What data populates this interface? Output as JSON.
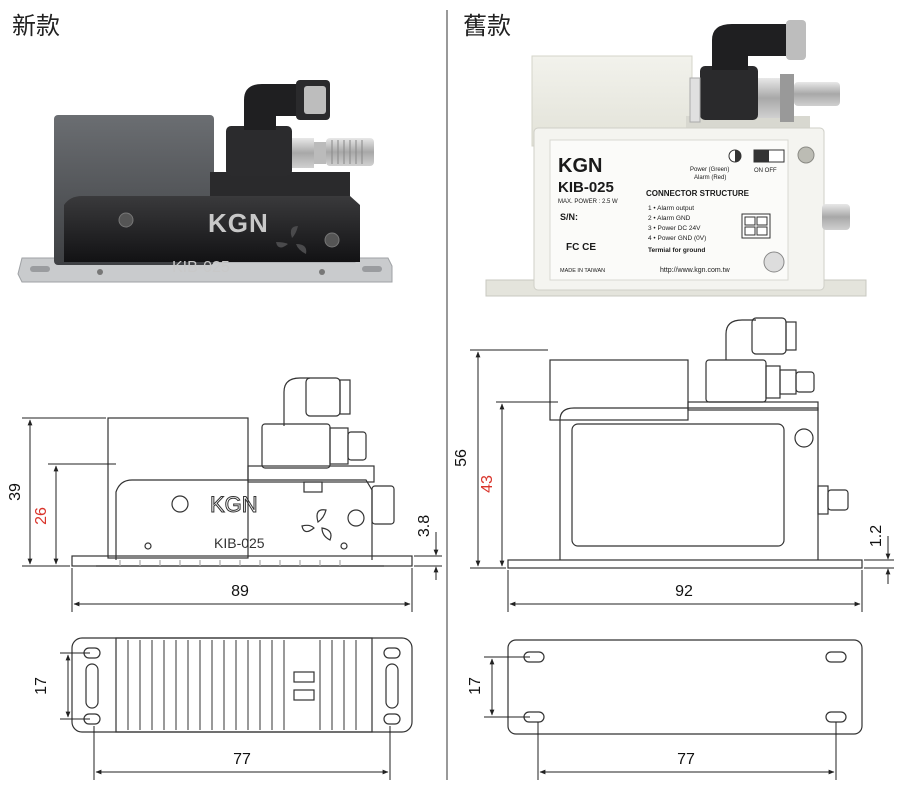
{
  "headers": {
    "new": "新款",
    "old": "舊款"
  },
  "product": {
    "brand": "KGN",
    "model": "KIB-025"
  },
  "old_label": {
    "max_power": "MAX. POWER : 2.5 W",
    "sn": "S/N:",
    "power_led": "Power (Green)",
    "alarm_led": "Alarm (Red)",
    "switch": "ON  OFF",
    "connector_title": "CONNECTOR STRUCTURE",
    "pins": [
      "1 • Alarm output",
      "2 • Alarm GND",
      "3 • Power DC 24V",
      "4 • Power GND (0V)"
    ],
    "ground": "Termial for ground",
    "made_in": "MADE IN TAIWAN",
    "url": "http://www.kgn.com.tw",
    "cert": "FC CE"
  },
  "dimensions": {
    "new_side": {
      "total_height": "39",
      "body_height": "26",
      "base_thickness": "3.8",
      "width": "89"
    },
    "old_side": {
      "total_height": "56",
      "body_height": "43",
      "base_thickness": "1.2",
      "width": "92"
    },
    "new_bottom": {
      "hole_spacing_y": "17",
      "hole_spacing_x": "77"
    },
    "old_bottom": {
      "hole_spacing_y": "17",
      "hole_spacing_x": "77"
    }
  }
}
